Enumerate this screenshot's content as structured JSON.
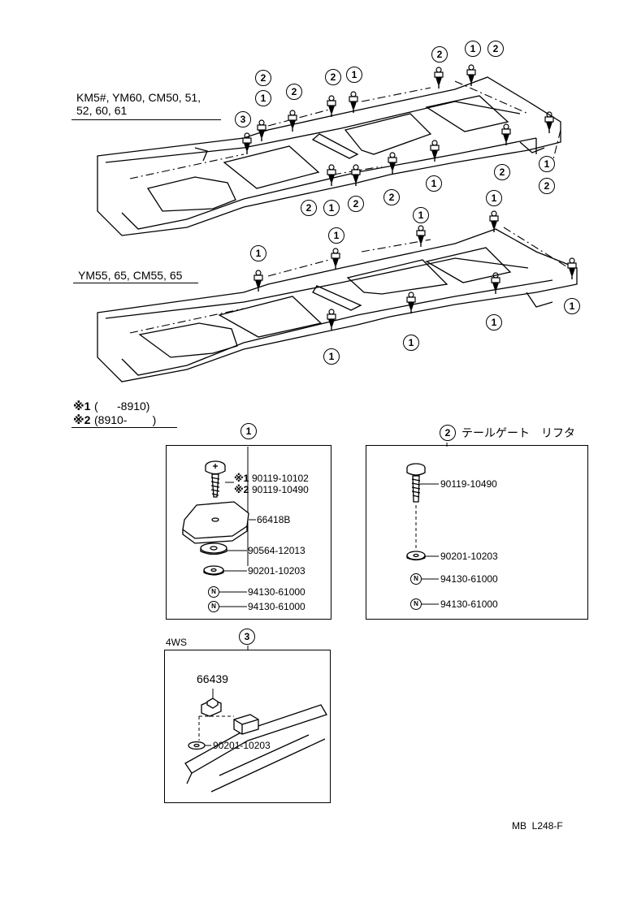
{
  "models": {
    "upper": [
      "KM5#, YM60, CM50, 51,",
      "52, 60, 61"
    ],
    "lower": "YM55, 65, CM55, 65"
  },
  "notes": {
    "note1_mark": "※1",
    "note1_range": "(      -8910)",
    "note2_mark": "※2",
    "note2_range": "(8910-        )"
  },
  "callout_numbers": {
    "one": "1",
    "two": "2",
    "three": "3"
  },
  "nut_symbol": "N",
  "sections": {
    "one": {
      "title_num": "1",
      "parts": {
        "bolt_note1": "※1",
        "bolt_pn1": "90119-10102",
        "bolt_note2": "※2",
        "bolt_pn2": "90119-10490",
        "pad": "66418B",
        "washer1": "90564-12013",
        "washer2": "90201-10203",
        "nut1": "94130-61000",
        "nut2": "94130-61000"
      }
    },
    "two": {
      "title_num": "2",
      "title_text": "テールゲート　リフタ",
      "parts": {
        "bolt": "90119-10490",
        "washer": "90201-10203",
        "nut1": "94130-61000",
        "nut2": "94130-61000"
      }
    },
    "three": {
      "title_num": "3",
      "label": "4WS",
      "parts": {
        "bracket": "66439",
        "washer": "90201-10203"
      }
    }
  },
  "footer_code": "MB  L248-F"
}
